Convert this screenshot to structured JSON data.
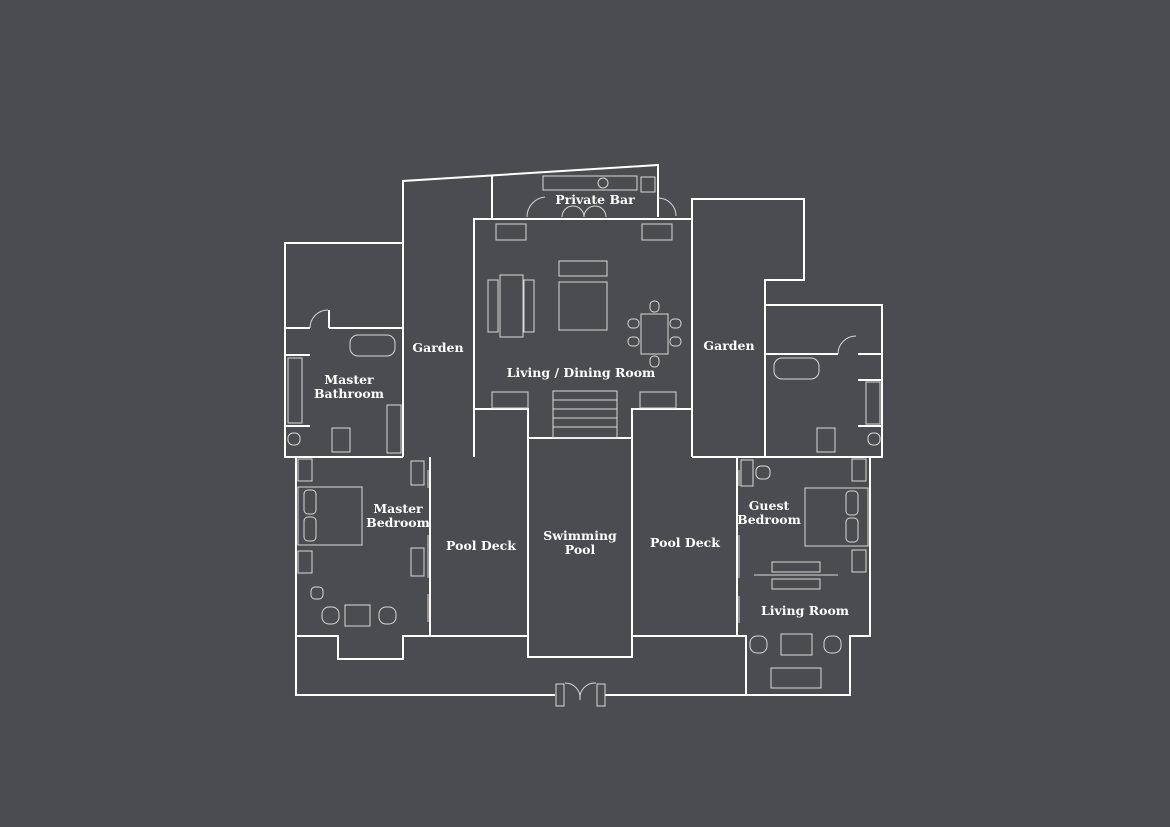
{
  "colors": {
    "background": "#4b4c51",
    "lines": "#ffffff"
  },
  "rooms": {
    "private_bar": "Private Bar",
    "garden_left": "Garden",
    "living_dining": "Living / Dining Room",
    "garden_right": "Garden",
    "master_bathroom_1": "Master",
    "master_bathroom_2": "Bathroom",
    "master_bedroom_1": "Master",
    "master_bedroom_2": "Bedroom",
    "pool_deck_left": "Pool Deck",
    "swimming_pool_1": "Swimming",
    "swimming_pool_2": "Pool",
    "pool_deck_right": "Pool Deck",
    "guest_bedroom_1": "Guest",
    "guest_bedroom_2": "Bedroom",
    "living_room": "Living Room"
  }
}
